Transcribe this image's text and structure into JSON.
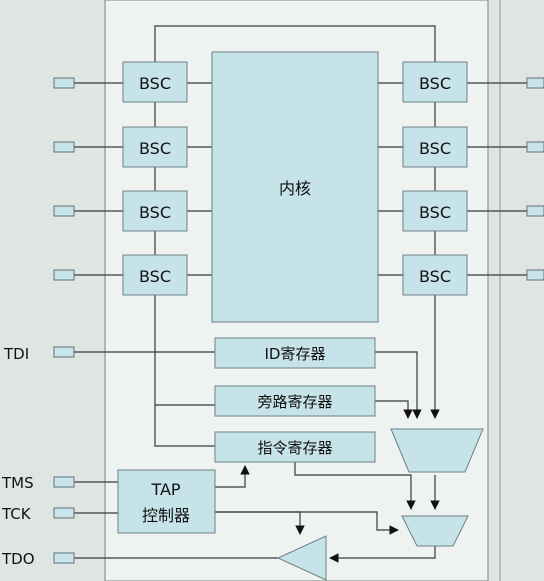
{
  "diagram": {
    "bsc_label": "BSC",
    "core_label": "内核",
    "registers": {
      "id": "ID寄存器",
      "bypass": "旁路寄存器",
      "instruction": "指令寄存器"
    },
    "tap": {
      "line1": "TAP",
      "line2": "控制器"
    },
    "pins": {
      "tdi": "TDI",
      "tms": "TMS",
      "tck": "TCK",
      "tdo": "TDO"
    }
  }
}
